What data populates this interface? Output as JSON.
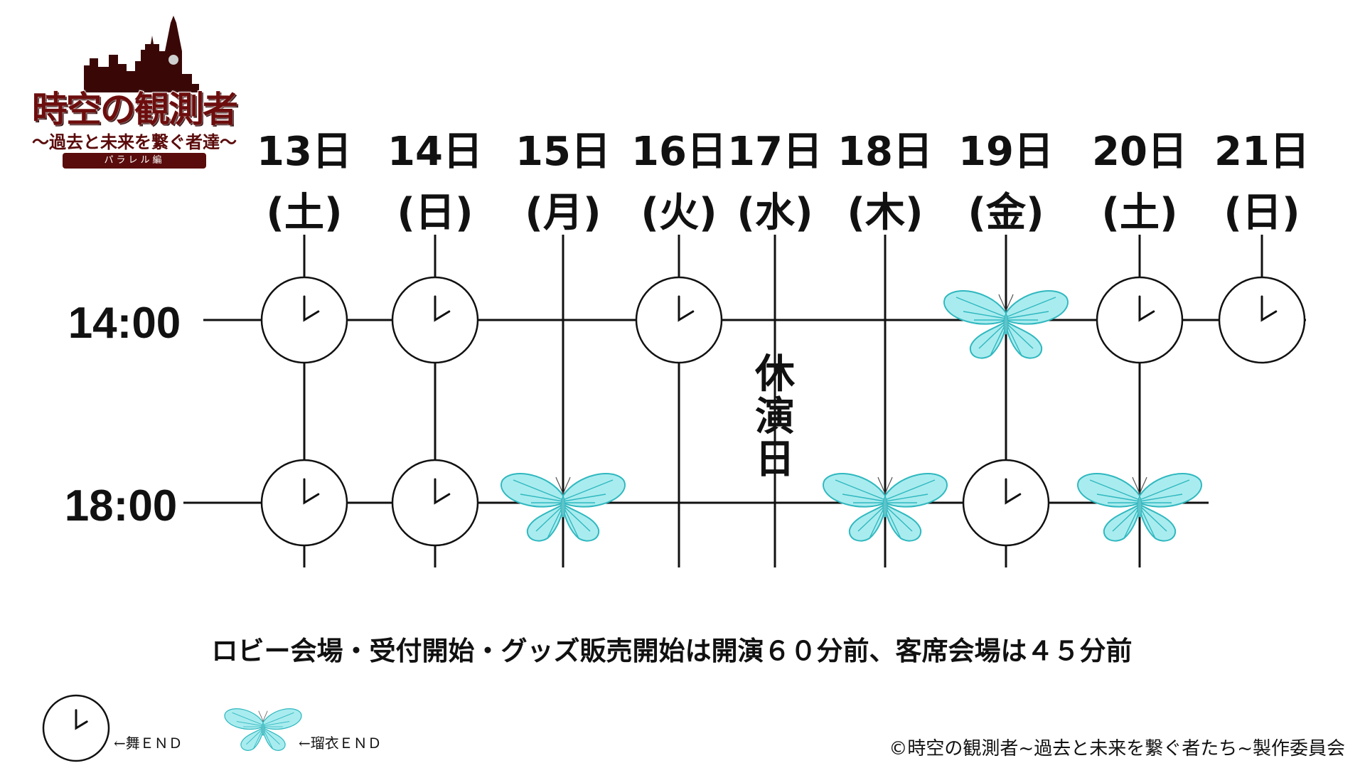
{
  "logo": {
    "title": "時空の観測者",
    "subtitle": "〜過去と未来を繋ぐ者達〜",
    "edition": "パラレル編"
  },
  "schedule": {
    "days": [
      {
        "date": "13日",
        "weekday": "(土)",
        "closed": false,
        "shows": {
          "14:00": "clock",
          "18:00": "clock"
        }
      },
      {
        "date": "14日",
        "weekday": "(日)",
        "closed": false,
        "shows": {
          "14:00": "clock",
          "18:00": "clock"
        }
      },
      {
        "date": "15日",
        "weekday": "(月)",
        "closed": false,
        "shows": {
          "14:00": null,
          "18:00": "butterfly"
        }
      },
      {
        "date": "16日",
        "weekday": "(火)",
        "closed": false,
        "shows": {
          "14:00": "clock",
          "18:00": null
        }
      },
      {
        "date": "17日",
        "weekday": "(水)",
        "closed": true,
        "closed_label": "休演日",
        "shows": {
          "14:00": null,
          "18:00": null
        }
      },
      {
        "date": "18日",
        "weekday": "(木)",
        "closed": false,
        "shows": {
          "14:00": null,
          "18:00": "butterfly"
        }
      },
      {
        "date": "19日",
        "weekday": "(金)",
        "closed": false,
        "shows": {
          "14:00": "butterfly",
          "18:00": "clock"
        }
      },
      {
        "date": "20日",
        "weekday": "(土)",
        "closed": false,
        "shows": {
          "14:00": "clock",
          "18:00": "butterfly"
        }
      },
      {
        "date": "21日",
        "weekday": "(日)",
        "closed": false,
        "shows": {
          "14:00": "clock",
          "18:00": null
        }
      }
    ],
    "times": [
      "14:00",
      "18:00"
    ]
  },
  "legend": {
    "clock_label": "←舞ＥＮＤ",
    "butterfly_label": "←瑠衣ＥＮＤ"
  },
  "note": "ロビー会場・受付開始・グッズ販売開始は開演６０分前、客席会場は４５分前",
  "credit": "©時空の観測者~過去と未来を繋ぐ者たち~製作委員会",
  "colors": {
    "line": "#111111",
    "butterfly_fill": "#a9ecef",
    "butterfly_vein": "#2fb8bf",
    "logo_red": "#6d0d0d"
  },
  "icons": {
    "clock": "clock-icon",
    "butterfly": "butterfly-icon"
  }
}
